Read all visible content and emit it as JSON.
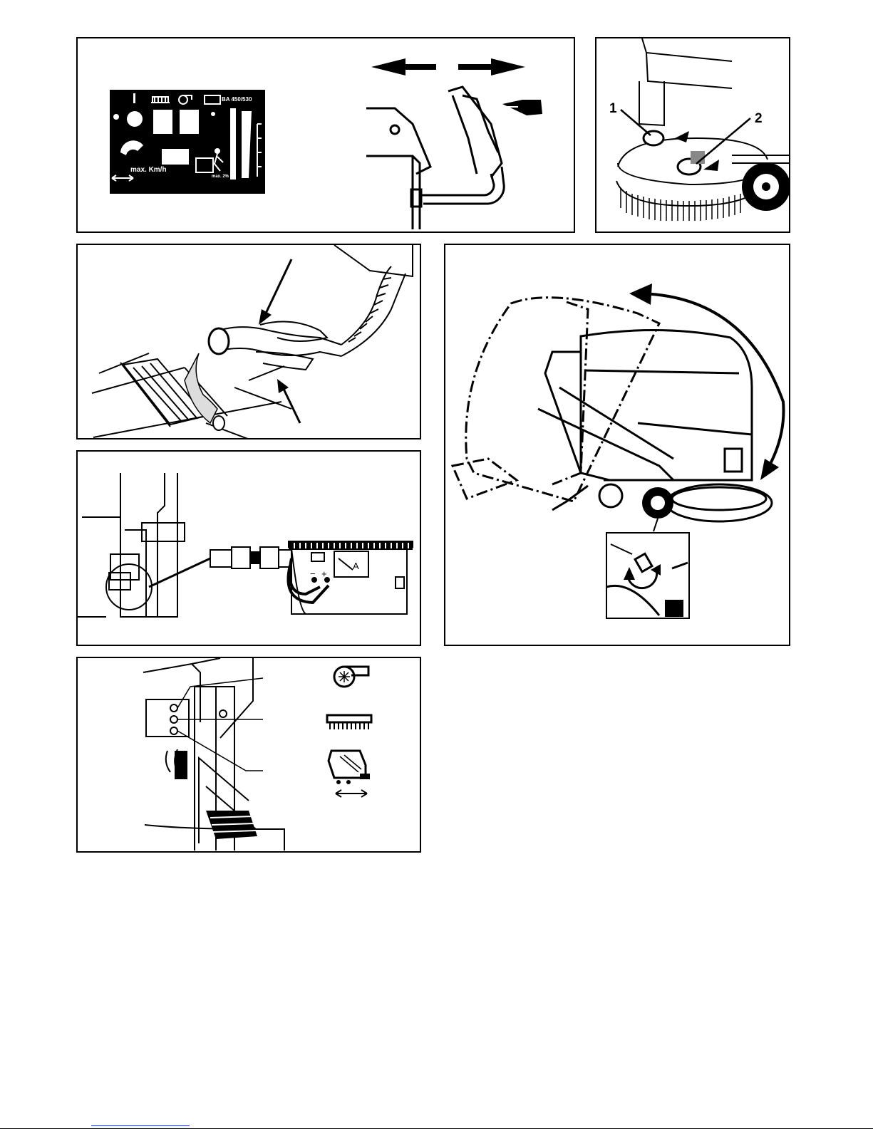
{
  "panel_control": {
    "model_label": "BA 450/530",
    "speed_label": "max. Km/h",
    "slope_label": "max. 2%"
  },
  "panel_brush": {
    "callout_1": "1",
    "callout_2": "2"
  },
  "panel_charger": {
    "ammeter_label": "A",
    "minus_label": "−",
    "plus_label": "+"
  }
}
